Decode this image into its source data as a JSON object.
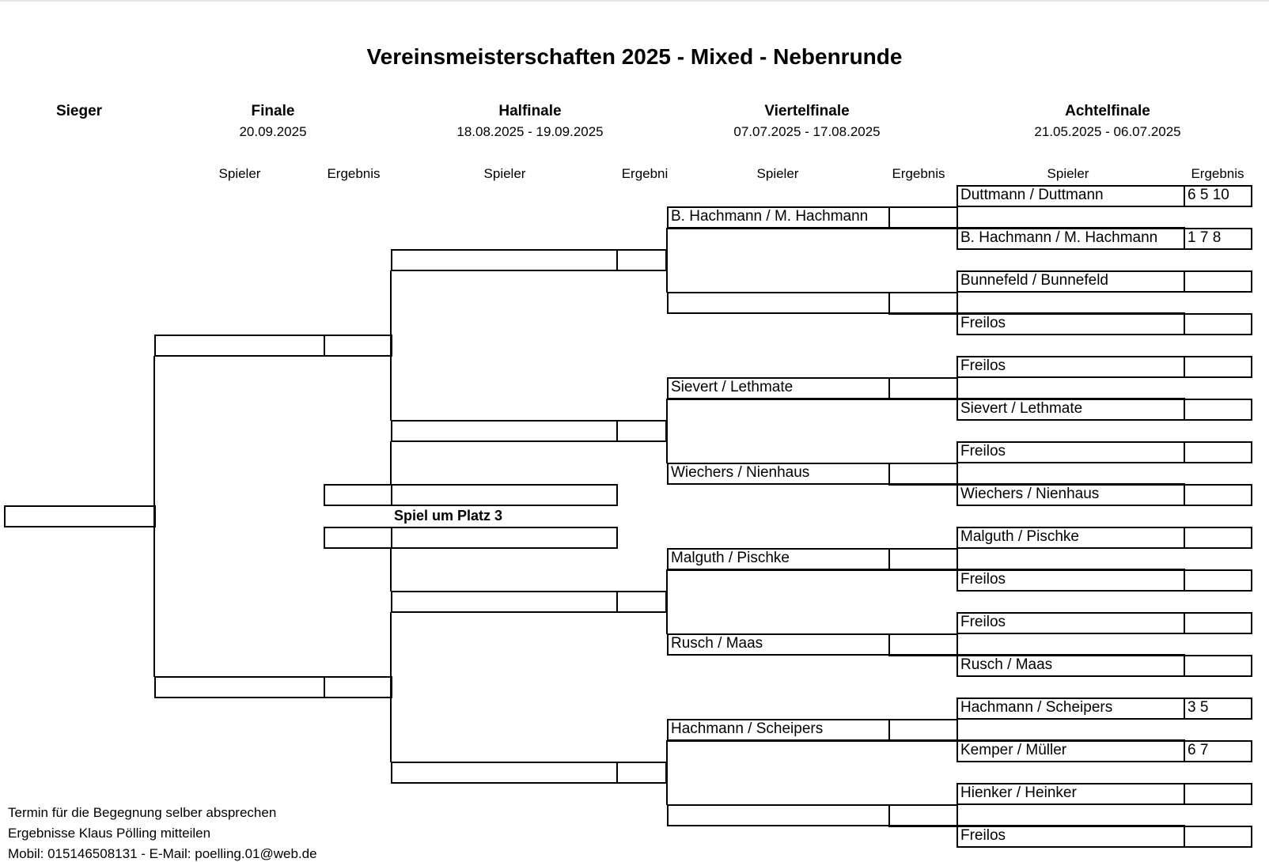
{
  "title": "Vereinsmeisterschaften 2025 - Mixed - Nebenrunde",
  "rounds": {
    "sieger": {
      "name": "Sieger"
    },
    "finale": {
      "name": "Finale",
      "date": "20.09.2025",
      "col_player": "Spieler",
      "col_result": "Ergebnis"
    },
    "halbfinale": {
      "name": "Halfinale",
      "date": "18.08.2025 - 19.09.2025",
      "col_player": "Spieler",
      "col_result": "Ergebni"
    },
    "viertelfinale": {
      "name": "Viertelfinale",
      "date": "07.07.2025 - 17.08.2025",
      "col_player": "Spieler",
      "col_result": "Ergebnis"
    },
    "achtelfinale": {
      "name": "Achtelfinale",
      "date": "21.05.2025 - 06.07.2025",
      "col_player": "Spieler",
      "col_result": "Ergebnis"
    }
  },
  "achtelfinale": [
    {
      "player": "Duttmann / Duttmann",
      "result": "6  5  10"
    },
    {
      "player": "B. Hachmann / M. Hachmann",
      "result": "1  7  8"
    },
    {
      "player": "Bunnefeld / Bunnefeld",
      "result": ""
    },
    {
      "player": "Freilos",
      "result": ""
    },
    {
      "player": "Freilos",
      "result": ""
    },
    {
      "player": "Sievert / Lethmate",
      "result": ""
    },
    {
      "player": "Freilos",
      "result": ""
    },
    {
      "player": "Wiechers / Nienhaus",
      "result": ""
    },
    {
      "player": "Malguth / Pischke",
      "result": ""
    },
    {
      "player": "Freilos",
      "result": ""
    },
    {
      "player": "Freilos",
      "result": ""
    },
    {
      "player": "Rusch / Maas",
      "result": ""
    },
    {
      "player": "Hachmann / Scheipers",
      "result": "3  5"
    },
    {
      "player": "Kemper / Müller",
      "result": "6   7"
    },
    {
      "player": "Hienker / Heinker",
      "result": ""
    },
    {
      "player": "Freilos",
      "result": ""
    }
  ],
  "viertelfinale": [
    {
      "player": "B. Hachmann / M. Hachmann",
      "result": ""
    },
    {
      "player": "",
      "result": ""
    },
    {
      "player": "Sievert / Lethmate",
      "result": ""
    },
    {
      "player": "Wiechers / Nienhaus",
      "result": ""
    },
    {
      "player": "Malguth / Pischke",
      "result": ""
    },
    {
      "player": "Rusch / Maas",
      "result": ""
    },
    {
      "player": "Hachmann / Scheipers",
      "result": ""
    },
    {
      "player": "",
      "result": ""
    }
  ],
  "halbfinale": [
    {
      "player": "",
      "result": ""
    },
    {
      "player": "",
      "result": ""
    },
    {
      "player": "",
      "result": ""
    },
    {
      "player": "",
      "result": ""
    }
  ],
  "finale": [
    {
      "player": "",
      "result": ""
    },
    {
      "player": "",
      "result": ""
    }
  ],
  "sieger": {
    "player": ""
  },
  "third_place": {
    "label": "Spiel um Platz 3",
    "slots": [
      {
        "player": "",
        "result": ""
      },
      {
        "player": "",
        "result": ""
      }
    ]
  },
  "notes": [
    "Termin für die Begegnung selber absprechen",
    "Ergebnisse Klaus Pölling mitteilen",
    "Mobil: 015146508131 - E-Mail: poelling.01@web.de"
  ]
}
